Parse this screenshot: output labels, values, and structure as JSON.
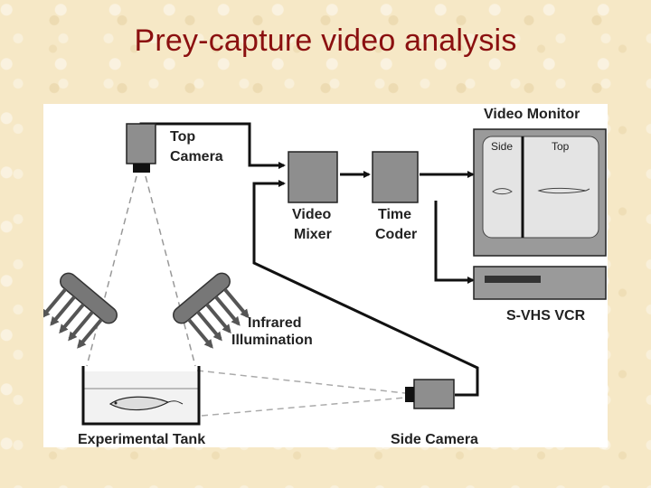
{
  "slide": {
    "title": "Prey-capture video analysis"
  },
  "diagram": {
    "labels": {
      "top_camera_line1": "Top",
      "top_camera_line2": "Camera",
      "video_mixer_line1": "Video",
      "video_mixer_line2": "Mixer",
      "time_coder_line1": "Time",
      "time_coder_line2": "Coder",
      "video_monitor": "Video Monitor",
      "monitor_side": "Side",
      "monitor_top": "Top",
      "vcr": "S-VHS VCR",
      "infrared_line1": "Infrared",
      "infrared_line2": "Illumination",
      "experimental_tank": "Experimental Tank",
      "side_camera": "Side Camera"
    }
  }
}
